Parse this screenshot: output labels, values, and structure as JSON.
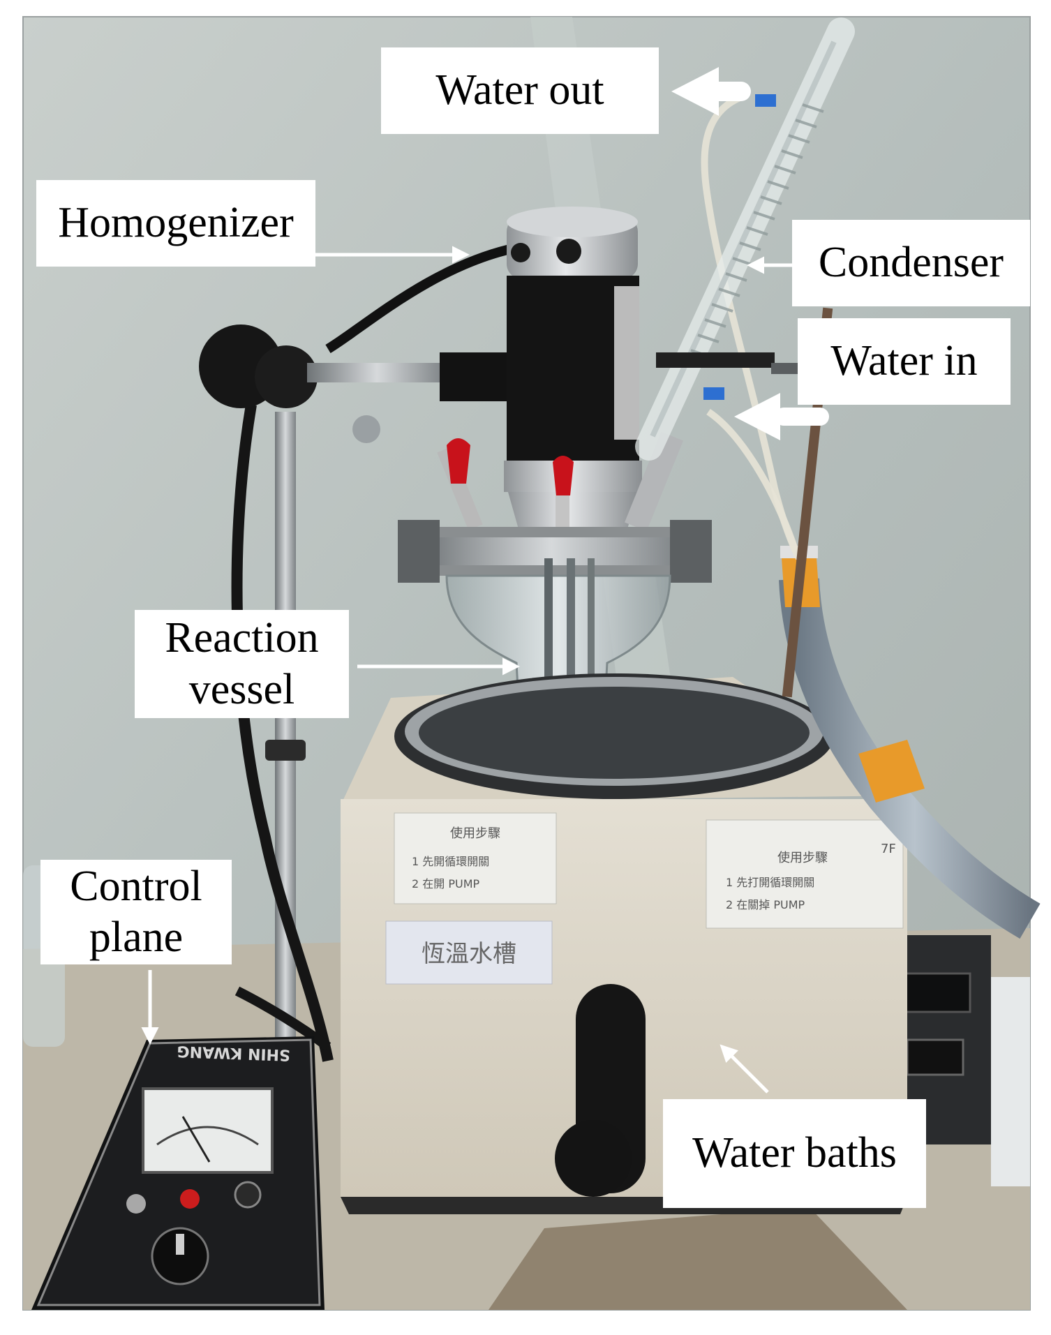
{
  "figure": {
    "labels": {
      "water_out": "Water out",
      "homogenizer": "Homogenizer",
      "condenser": "Condenser",
      "water_in": "Water in",
      "reaction_vessel": "Reaction\nvessel",
      "control_plane": "Control\nplane",
      "water_baths": "Water baths"
    },
    "equipment_text": {
      "control_brand": "SHIN KWANG",
      "bath_sign": "恆溫水槽",
      "instructions_left": [
        "使用步驟",
        "1 先開循環開關",
        "2 在開 PUMP"
      ],
      "instructions_right": [
        "使用步驟",
        "1 先打開循環開關",
        "2 在關掉 PUMP"
      ],
      "tag_number": "7F"
    },
    "colors": {
      "wall": "#b9c1bf",
      "bath_body": "#dcd6c8",
      "motor_black": "#141414",
      "hose_orange": "#e89a2a",
      "hose_gray": "#8d9aa6",
      "steel": "#a9adb0"
    }
  }
}
